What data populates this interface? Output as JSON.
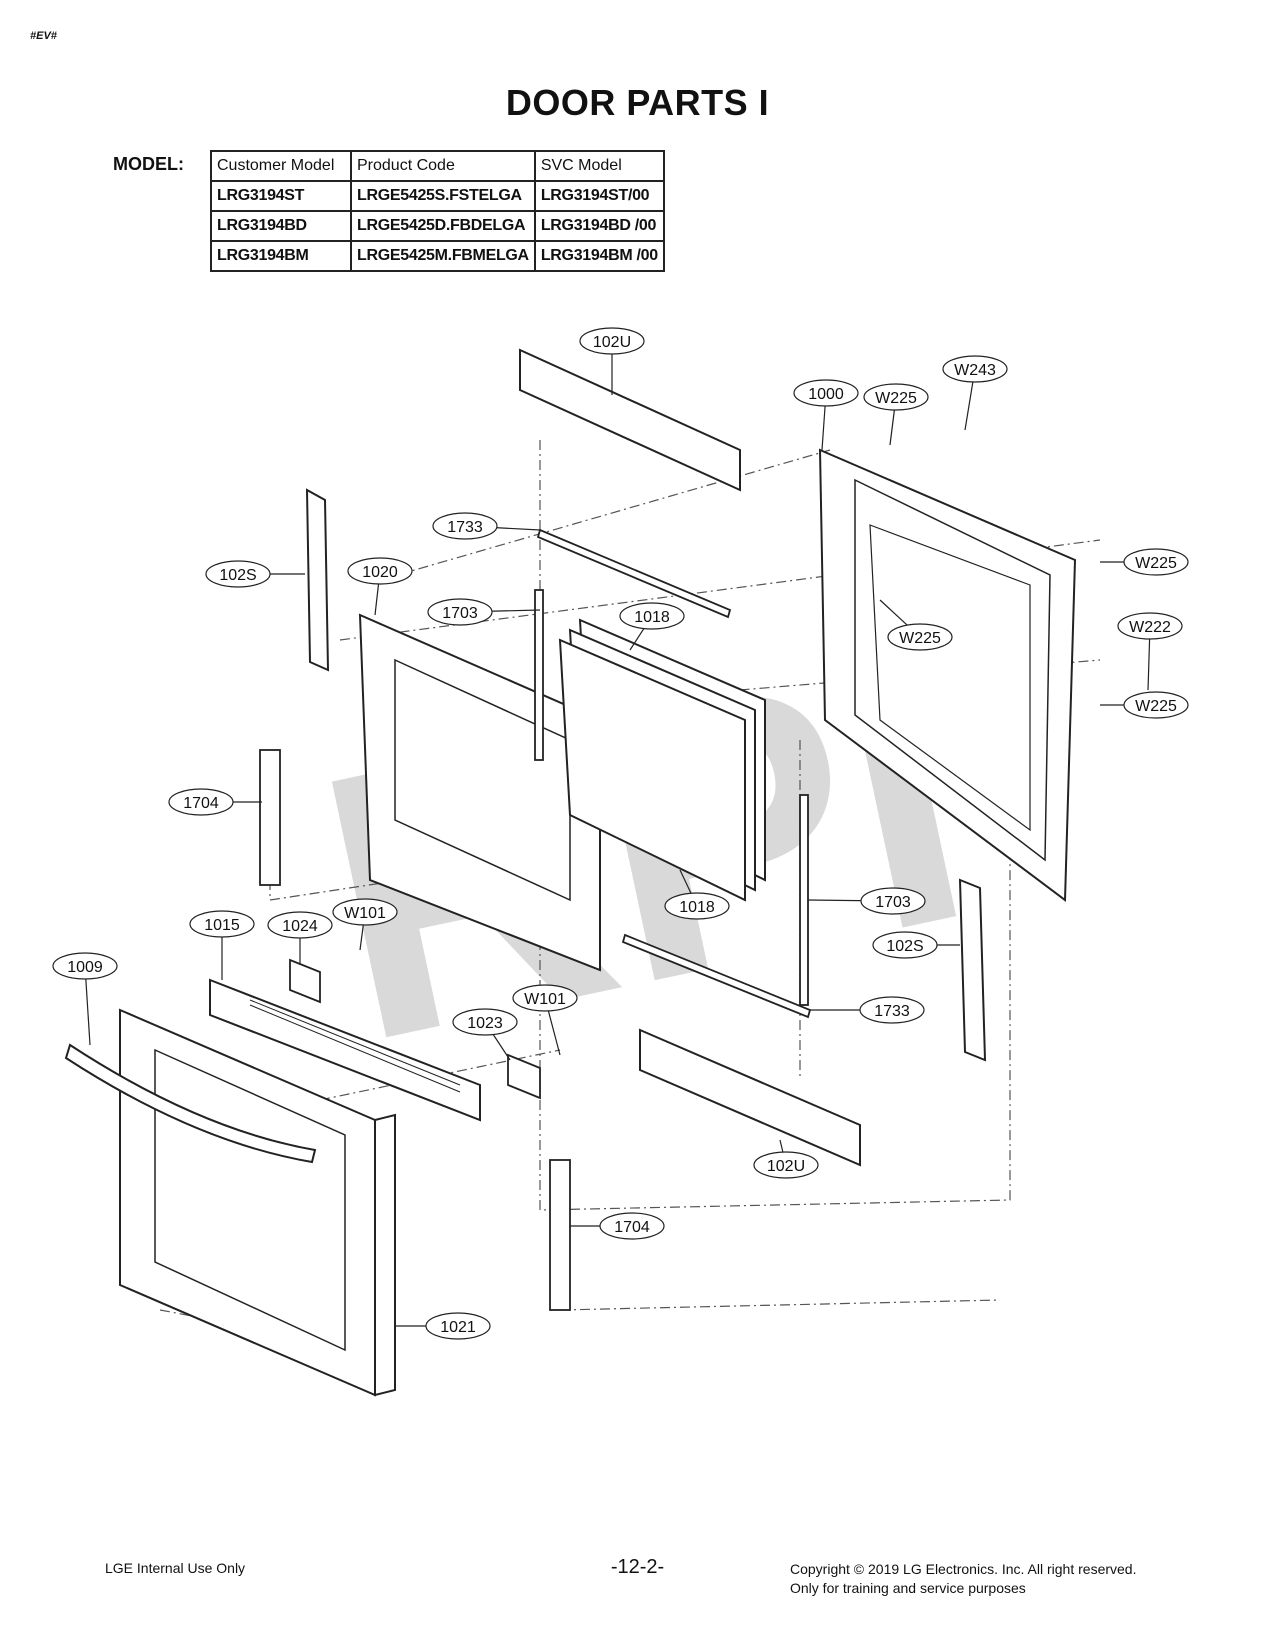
{
  "doc_tag": "#EV#",
  "title": "DOOR PARTS I",
  "model_label": "MODEL:",
  "model_table": {
    "headers": [
      "Customer Model",
      "Product Code",
      "SVC Model"
    ],
    "rows": [
      [
        "LRG3194ST",
        "LRGE5425S.FSTELGA",
        "LRG3194ST/00"
      ],
      [
        "LRG3194BD",
        "LRGE5425D.FBDELGA",
        "LRG3194BD /00"
      ],
      [
        "LRG3194BM",
        "LRGE5425M.FBMELGA",
        "LRG3194BM /00"
      ]
    ]
  },
  "watermark": "RPI",
  "callouts": [
    "102U",
    "1000",
    "W225",
    "W243",
    "1733",
    "102S",
    "1020",
    "1703",
    "1018",
    "W225",
    "W225",
    "W222",
    "W225",
    "1704",
    "1018",
    "1703",
    "102S",
    "1015",
    "1024",
    "W101",
    "1009",
    "W101",
    "1023",
    "1733",
    "102U",
    "1704",
    "1021"
  ],
  "footer": {
    "left": "LGE Internal Use Only",
    "page": "-12-2-",
    "right_line1": "Copyright © 2019 LG Electronics. Inc. All right reserved.",
    "right_line2": "Only for training and service purposes"
  }
}
